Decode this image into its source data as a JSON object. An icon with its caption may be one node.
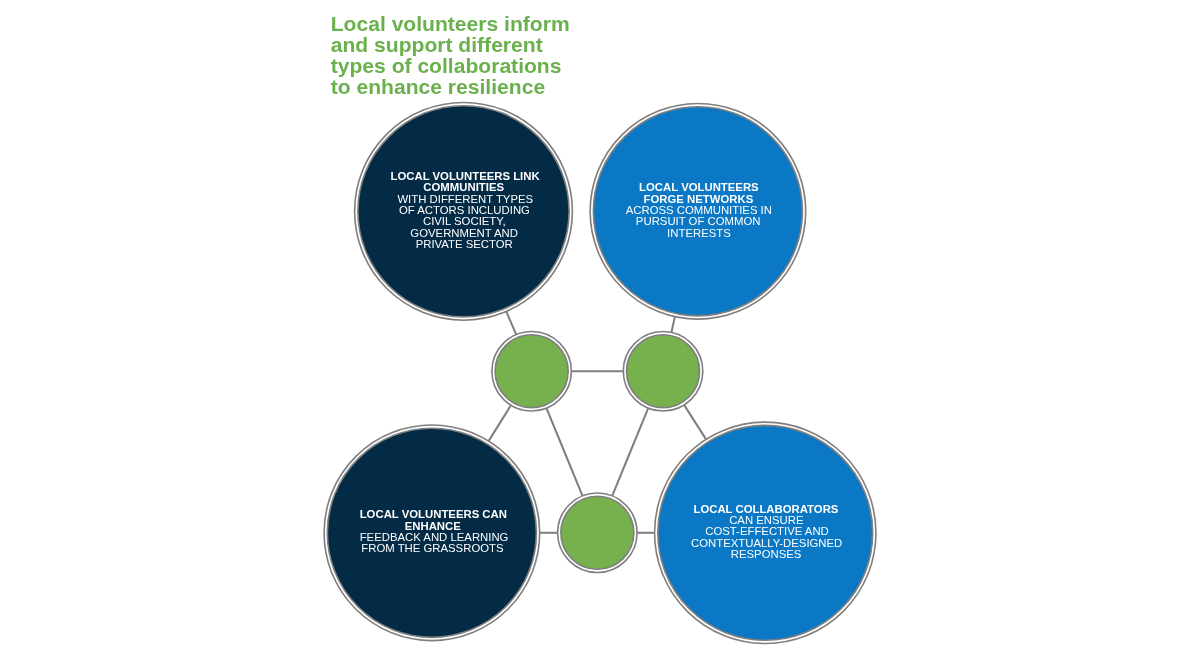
{
  "diagram": {
    "title": "Local volunteers inform and support different types of collaborations to enhance resilience",
    "nodes": [
      {
        "text": [
          "**LOCAL VOLUNTEERS LINK COMMUNITIES** WITH DIFFERENT TYPES OF ACTORS INCLUDING CIVIL SOCIETY, GOVERNMENT AND PRIVATE SECTOR"
        ]
      },
      {
        "text": [
          "**LOCAL VOLUNTEERS FORGE NETWORKS** ACROSS COMMUNITIES IN PURSUIT OF COMMON INTERESTS"
        ]
      },
      {
        "text": [
          "**LOCAL VOLUNTEERS CAN ENHANCE** FEEDBACK AND LEARNING FROM THE GRASSROOTS"
        ]
      },
      {
        "text": [
          "**LOCAL COLLABORATORS** CAN ENSURE COST-EFFECTIVE AND CONTEXTUALLY-DESIGNED RESPONSES"
        ]
      },
      {
        "text": [],
        "shape": "circle"
      },
      {
        "text": [],
        "shape": "circle"
      },
      {
        "text": [],
        "shape": "circle"
      }
    ],
    "edges": [
      {
        "from": 0,
        "to": 4,
        "arrow": "none"
      },
      {
        "from": 1,
        "to": 5,
        "arrow": "none"
      },
      {
        "from": 4,
        "to": 5,
        "arrow": "none"
      },
      {
        "from": 4,
        "to": 6,
        "arrow": "none"
      },
      {
        "from": 6,
        "to": 5,
        "arrow": "none"
      },
      {
        "from": 2,
        "to": 4,
        "arrow": "none"
      },
      {
        "from": 2,
        "to": 6,
        "arrow": "none"
      },
      {
        "from": 3,
        "to": 5,
        "arrow": "none"
      },
      {
        "from": 6,
        "to": 3,
        "arrow": "none"
      }
    ]
  }
}
